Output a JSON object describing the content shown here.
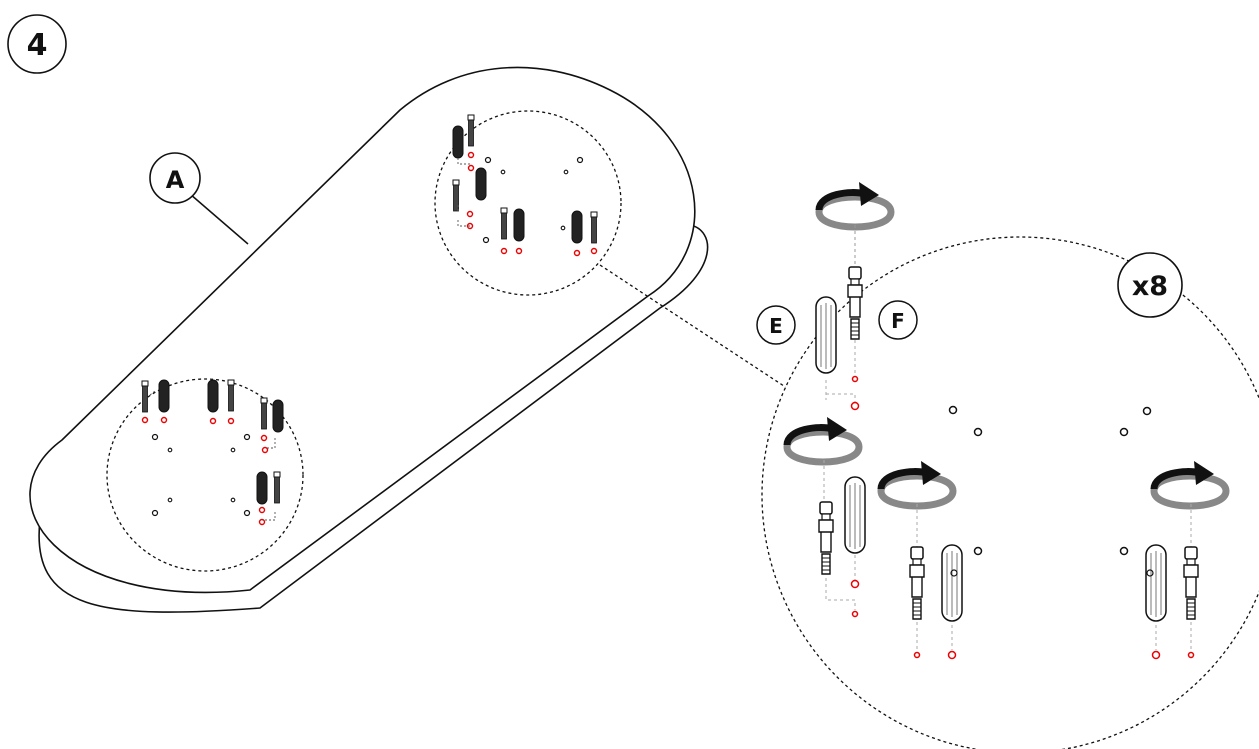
{
  "step": {
    "number": "4"
  },
  "parts": {
    "tabletop": {
      "label": "A"
    },
    "dowel": {
      "label": "E"
    },
    "cam_bolt": {
      "label": "F"
    }
  },
  "quantity": {
    "label": "x8"
  },
  "colors": {
    "line": "#111111",
    "hole_red": "#e00000",
    "arrow_grey": "#808080"
  }
}
